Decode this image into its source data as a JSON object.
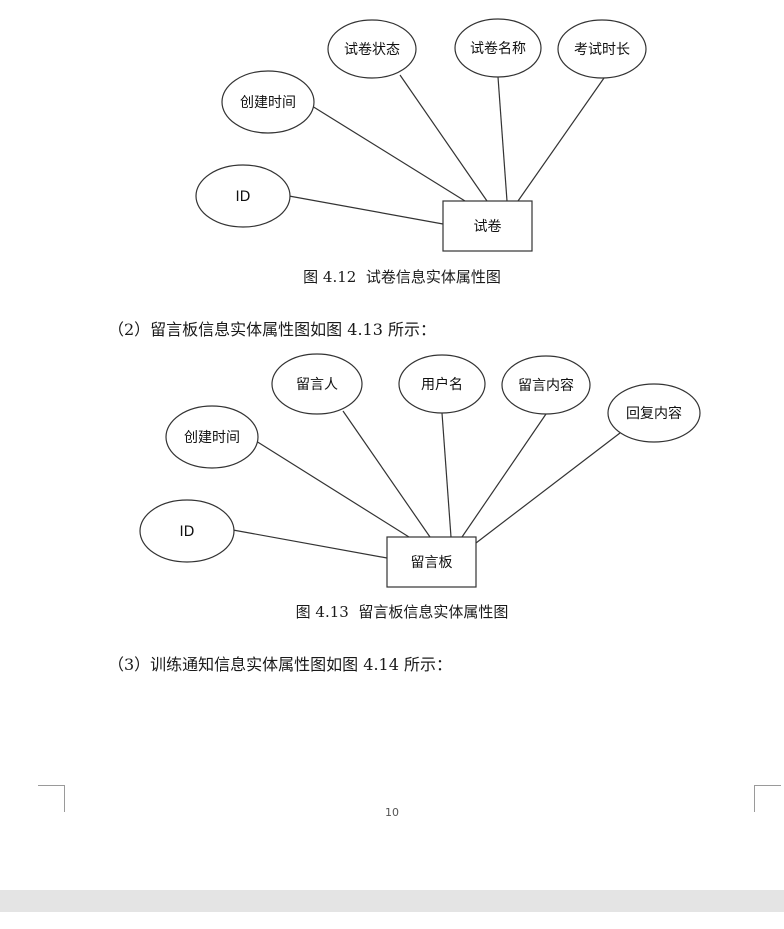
{
  "diagram1": {
    "entity": "试卷",
    "attributes": [
      "ID",
      "创建时间",
      "试卷状态",
      "试卷名称",
      "考试时长"
    ]
  },
  "caption1": "图 4.12  试卷信息实体属性图",
  "paragraph1": "（2）留言板信息实体属性图如图 4.13 所示：",
  "diagram2": {
    "entity": "留言板",
    "attributes": [
      "ID",
      "创建时间",
      "留言人",
      "用户名",
      "留言内容",
      "回复内容"
    ]
  },
  "caption2": "图 4.13  留言板信息实体属性图",
  "paragraph2": "（3）训练通知信息实体属性图如图 4.14 所示：",
  "page_number": "10",
  "colors": {
    "shape_fill": "#ffffff",
    "shape_stroke": "#333333",
    "line": "#333333",
    "bottom_bar": "#e4e4e4"
  }
}
